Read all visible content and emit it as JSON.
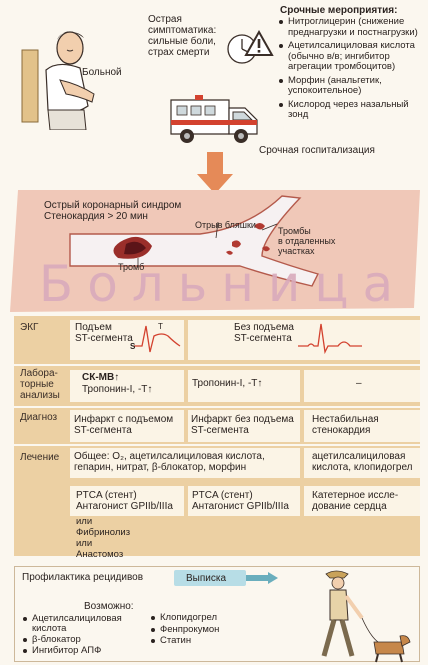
{
  "top": {
    "patient_label": "Больной",
    "symptoms": [
      "Острая",
      "симптоматика:",
      "сильные боли,",
      "страх смерти"
    ],
    "urgent_title": "Срочные мероприятия:",
    "urgent_items": [
      "Нитроглицерин (снижение преднагрузки и постнагрузки)",
      "Ацетилсалициловая кислота (обычно в/в; ингибитор агрегации тромбоцитов)",
      "Морфин (анальгетик, успокоительное)",
      "Кислород через назальный зонд"
    ],
    "hospitalization": "Срочная госпитализация"
  },
  "hospital": {
    "acs": "Острый коронарный синдром",
    "angina": "Стенокардия > 20 мин",
    "plaque_rupture": "Отрыв бляшки",
    "thrombus": "Тромб",
    "distal_thrombi": [
      "Тромбы",
      "в отдаленных",
      "участках"
    ],
    "watermark": "Больница"
  },
  "table": {
    "ecg": {
      "label": "ЭКГ",
      "st_up": [
        "Подъем",
        "ST-сегмента"
      ],
      "st_no": [
        "Без подъема",
        "ST-сегмента"
      ],
      "t_mark": "T",
      "s_mark": "S"
    },
    "lab": {
      "label": [
        "Лабора-",
        "торные",
        "анализы"
      ],
      "col1": [
        "СК-МВ↑",
        "Тропонин-I, -T↑"
      ],
      "col2": "Тропонин-I, -T↑",
      "col3": "–"
    },
    "diagnosis": {
      "label": "Диагноз",
      "col1": [
        "Инфаркт с подъемом",
        "ST-сегмента"
      ],
      "col2": [
        "Инфаркт без подъема",
        "ST-сегмента"
      ],
      "col3": [
        "Нестабильная",
        "стенокардия"
      ]
    },
    "treatment": {
      "label": "Лечение",
      "general": [
        "Общее: O₂, ацетилсалициловая кислота,",
        "гепарин, нитрат, β-блокатор, морфин"
      ],
      "col3": [
        "ацетилсалициловая",
        "кислота, клопидогрел"
      ],
      "c1": [
        "PTCA (стент)",
        "Антагонист GPIIb/IIIa"
      ],
      "c1_or1": "или",
      "c1_fib": "Фибринолиз",
      "c1_or2": "или",
      "c1_an": "Анастомоз",
      "c2": [
        "PTCA (стент)",
        "Антагонист GPIIb/IIIa"
      ],
      "c3": [
        "Катетерное иссле-",
        "дование сердца"
      ]
    }
  },
  "bottom": {
    "prevention": "Профилактика рецидивов",
    "discharge": "Выписка",
    "possible": "Возможно:",
    "left_items": [
      "Ацетилсалициловая кислота",
      "β-блокатор",
      "Ингибитор АПФ"
    ],
    "right_items": [
      "Клопидогрел",
      "Фенпрокумон",
      "Статин"
    ]
  },
  "colors": {
    "accent_red": "#d3422f",
    "band": "#ecd0a3",
    "arrow": "#e58a58",
    "watermark": "#d9abbc"
  }
}
